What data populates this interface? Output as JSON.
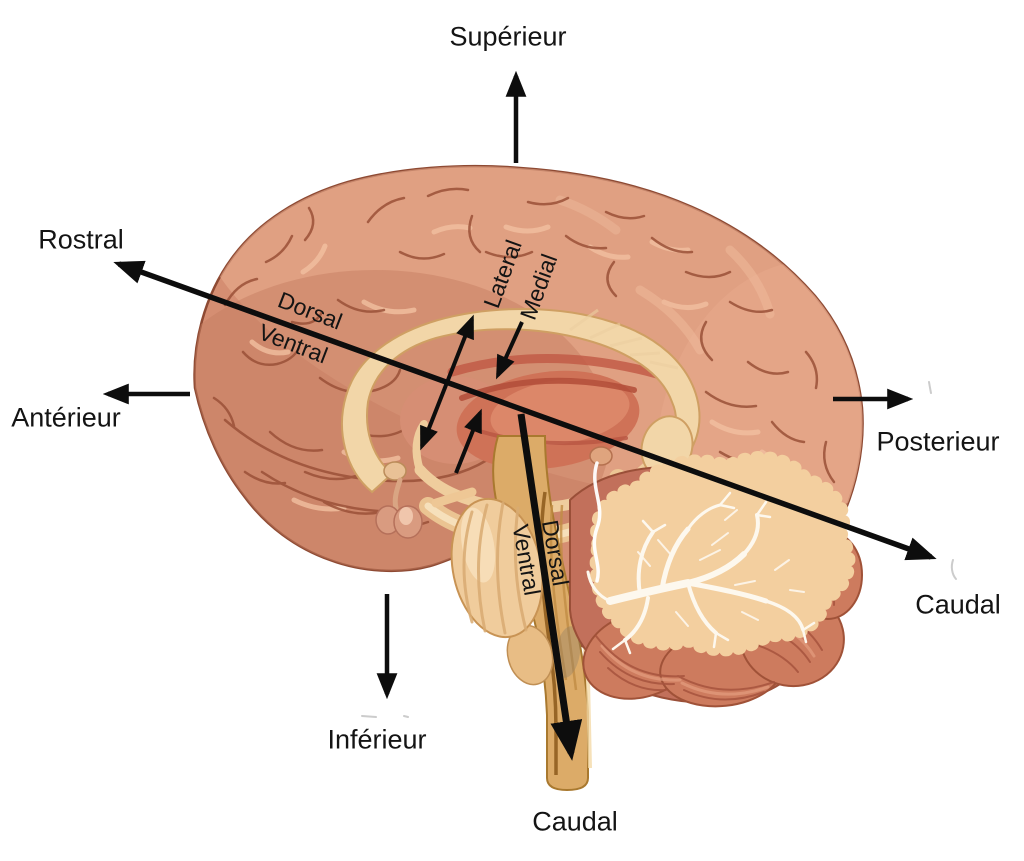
{
  "figure": {
    "kind": "anatomical-orientation-diagram",
    "subject": "human brain, midsagittal view"
  },
  "labels": {
    "superieur": "Supérieur",
    "rostral": "Rostral",
    "anterieur": "Antérieur",
    "posterieur": "Posterieur",
    "caudal_right": "Caudal",
    "inferieur": "Inférieur",
    "caudal_bottom": "Caudal",
    "dorsal_forebrain": "Dorsal",
    "ventral_forebrain": "Ventral",
    "lateral": "Lateral",
    "medial": "Medial",
    "dorsal_brainstem": "Dorsal",
    "ventral_brainstem": "Ventral"
  },
  "arrows": [
    {
      "name": "superior-arrow",
      "style": "single",
      "direction": "up"
    },
    {
      "name": "anterior-arrow",
      "style": "single",
      "direction": "left"
    },
    {
      "name": "posterior-arrow",
      "style": "single",
      "direction": "right"
    },
    {
      "name": "inferior-arrow",
      "style": "single",
      "direction": "down"
    },
    {
      "name": "rostral-caudal-axis",
      "style": "double-headed",
      "direction": "upper-left to lower-right"
    },
    {
      "name": "lateral-pointer",
      "style": "double-headed",
      "direction": "perpendicular to axis"
    },
    {
      "name": "medial-pointer",
      "style": "single",
      "direction": "toward axis from above"
    },
    {
      "name": "ventral-pointer",
      "style": "single",
      "direction": "toward axis from below"
    },
    {
      "name": "neuraxis-caudal-arrow",
      "style": "single-thick",
      "direction": "down along brainstem"
    }
  ],
  "colors": {
    "background": "#ffffff",
    "arrow": "#0d0d0d",
    "label_text": "#141414",
    "cerebrum": "#d58e72",
    "cerebrum_light": "#e8ab8d",
    "cerebrum_shadow": "#c67e62",
    "cerebrum_outline": "#8e4a33",
    "sulcus": "#9a5138",
    "sulcus_highlight": "#f2c0a0",
    "corpus_callosum": "#f2d6a8",
    "corpus_callosum_outline": "#cf9f63",
    "thalamus": "#cf7257",
    "thalamus_streak": "#b24c38",
    "brainstem": "#dcab68",
    "brainstem_outline": "#a9792f",
    "pons": "#f0cc9c",
    "pons_stripe": "#d9ab72",
    "pons_outline": "#c89354",
    "cerebellum_under": "#c2705b",
    "cerebellum_folia": "#cd7b5e",
    "folia_stripe": "#a7543e",
    "folia_outline": "#a05238",
    "cerebellum_tree": "#f3cf9f",
    "tree_branches": "#fdf8ee",
    "pituitary": "#d99b80"
  }
}
